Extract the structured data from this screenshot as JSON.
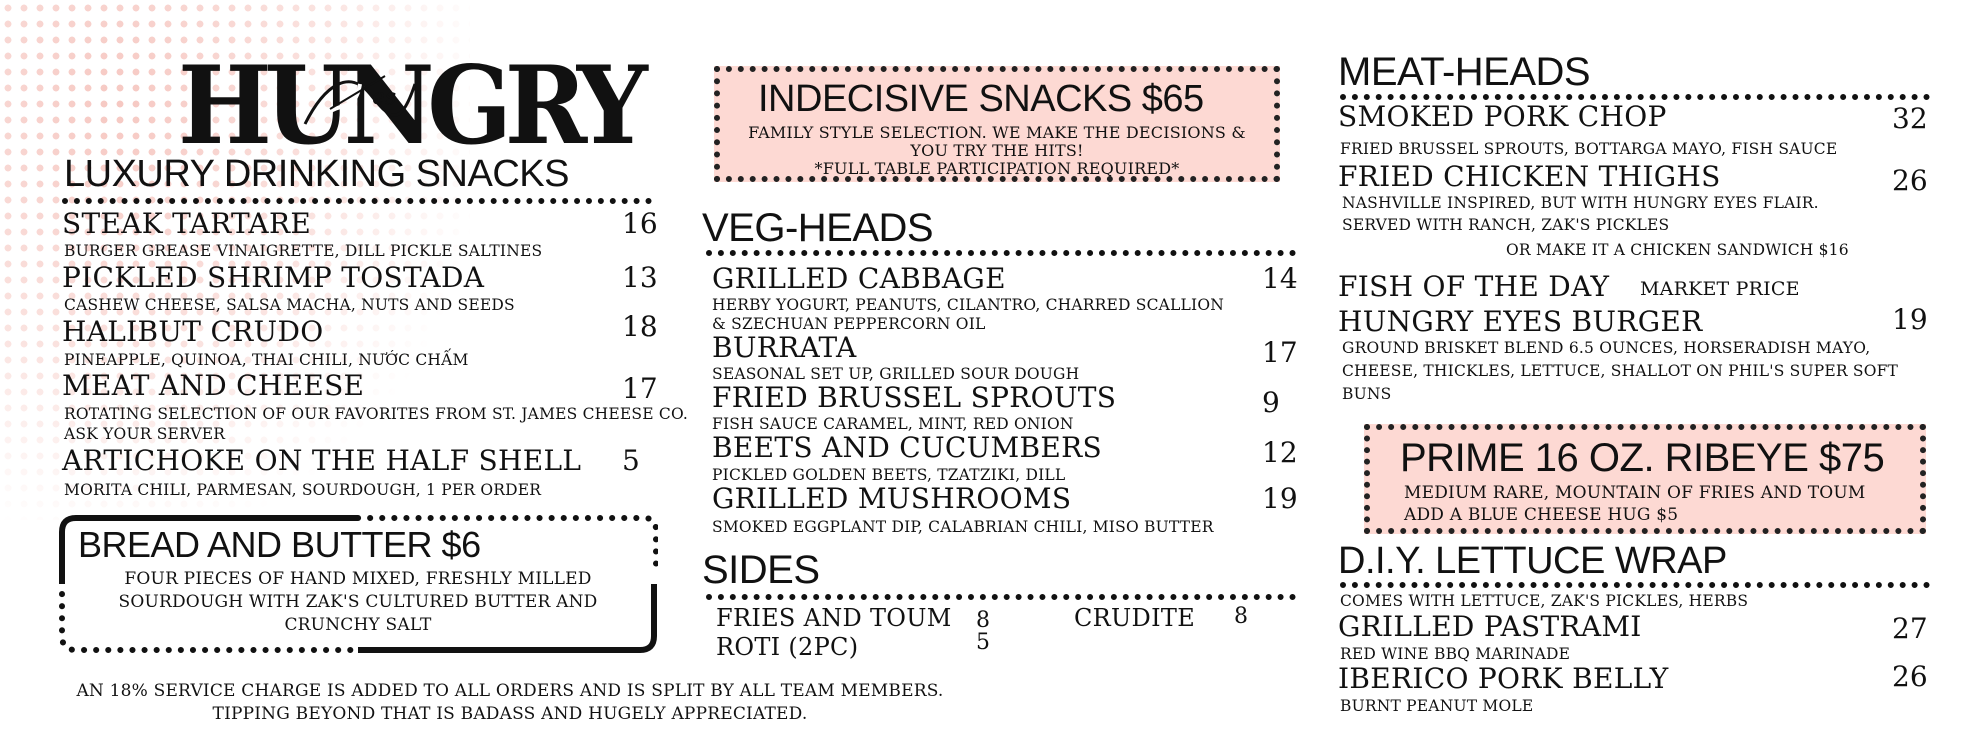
{
  "brand": {
    "logo_text": "HUNGRY",
    "logo_script": "Eyes",
    "tagline": "LUXURY DRINKING SNACKS"
  },
  "left": {
    "items": [
      {
        "name": "STEAK TARTARE",
        "price": "16",
        "desc": [
          "BURGER GREASE VINAIGRETTE, DILL PICKLE SALTINES"
        ]
      },
      {
        "name": "PICKLED SHRIMP TOSTADA",
        "price": "13",
        "desc": [
          "CASHEW CHEESE, SALSA MACHA, NUTS AND SEEDS"
        ]
      },
      {
        "name": "HALIBUT CRUDO",
        "price": "18",
        "desc": [
          "PINEAPPLE, QUINOA, THAI CHILI, NƯỚC CHẤM"
        ]
      },
      {
        "name": "MEAT AND CHEESE",
        "price": "17",
        "desc": [
          "ROTATING SELECTION OF OUR FAVORITES FROM ST. JAMES CHEESE CO.",
          "ASK YOUR SERVER"
        ]
      },
      {
        "name": "ARTICHOKE ON THE HALF SHELL",
        "price": "5",
        "desc": [
          "MORITA CHILI, PARMESAN, SOURDOUGH, 1 PER ORDER"
        ]
      }
    ],
    "bread": {
      "title": "BREAD AND BUTTER $6",
      "lines": [
        "FOUR PIECES OF HAND MIXED, FRESHLY MILLED",
        "SOURDOUGH WITH ZAK'S CULTURED BUTTER AND",
        "CRUNCHY SALT"
      ]
    },
    "footer": [
      "AN 18% SERVICE CHARGE IS ADDED TO ALL ORDERS AND IS SPLIT BY ALL TEAM MEMBERS.",
      "TIPPING BEYOND THAT IS BADASS AND HUGELY APPRECIATED."
    ]
  },
  "middle": {
    "indecisive": {
      "title": "INDECISIVE SNACKS $65",
      "lines": [
        "FAMILY STYLE SELECTION. WE MAKE THE DECISIONS &",
        "YOU TRY THE HITS!",
        "*FULL TABLE PARTICIPATION REQUIRED*"
      ]
    },
    "veg_heading": "VEG-HEADS",
    "veg_items": [
      {
        "name": "GRILLED CABBAGE",
        "price": "14",
        "desc": [
          "HERBY YOGURT, PEANUTS, CILANTRO, CHARRED SCALLION",
          "& SZECHUAN PEPPERCORN OIL"
        ]
      },
      {
        "name": "BURRATA",
        "price": "17",
        "desc": [
          "SEASONAL SET UP, GRILLED SOUR DOUGH"
        ]
      },
      {
        "name": "FRIED BRUSSEL SPROUTS",
        "price": "9",
        "desc": [
          "FISH SAUCE CARAMEL, MINT, RED ONION"
        ]
      },
      {
        "name": "BEETS AND CUCUMBERS",
        "price": "12",
        "desc": [
          "PICKLED GOLDEN BEETS, TZATZIKI, DILL"
        ]
      },
      {
        "name": "GRILLED MUSHROOMS",
        "price": "19",
        "desc": [
          "SMOKED EGGPLANT DIP, CALABRIAN CHILI, MISO BUTTER"
        ]
      }
    ],
    "sides_heading": "SIDES",
    "sides": [
      {
        "name": "FRIES AND TOUM",
        "price": "8"
      },
      {
        "name": "ROTI (2PC)",
        "price": "5"
      },
      {
        "name": "CRUDITE",
        "price": "8"
      }
    ]
  },
  "right": {
    "meat_heading": "MEAT-HEADS",
    "meat_items": [
      {
        "name": "SMOKED PORK CHOP",
        "price": "32",
        "desc": [
          "FRIED BRUSSEL SPROUTS, BOTTARGA MAYO, FISH SAUCE"
        ]
      },
      {
        "name": "FRIED CHICKEN THIGHS",
        "price": "26",
        "desc": [
          "NASHVILLE INSPIRED, BUT WITH HUNGRY EYES FLAIR.",
          "SERVED WITH RANCH, ZAK'S PICKLES",
          "OR MAKE IT A CHICKEN SANDWICH $16"
        ]
      },
      {
        "name": "FISH OF THE DAY",
        "price": "MARKET PRICE",
        "desc": []
      },
      {
        "name": "HUNGRY EYES BURGER",
        "price": "19",
        "desc": [
          "GROUND BRISKET BLEND 6.5 OUNCES, HORSERADISH MAYO,",
          "CHEESE, THICKLES, LETTUCE, SHALLOT ON PHIL'S SUPER SOFT",
          "BUNS"
        ]
      }
    ],
    "ribeye": {
      "title": "PRIME 16 OZ. RIBEYE $75",
      "lines": [
        "MEDIUM RARE, MOUNTAIN OF FRIES AND TOUM",
        "ADD A BLUE CHEESE HUG $5"
      ]
    },
    "diy_heading": "D.I.Y. LETTUCE WRAP",
    "diy_sub": "COMES WITH LETTUCE, ZAK'S PICKLES, HERBS",
    "diy_items": [
      {
        "name": "GRILLED PASTRAMI",
        "price": "27",
        "desc": [
          "RED WINE BBQ MARINADE"
        ]
      },
      {
        "name": "IBERICO PORK BELLY",
        "price": "26",
        "desc": [
          "BURNT PEANUT MOLE"
        ]
      }
    ]
  },
  "colors": {
    "pink_box": "#fdd9d3",
    "dots": "#f6c8c2",
    "ink": "#111111"
  }
}
